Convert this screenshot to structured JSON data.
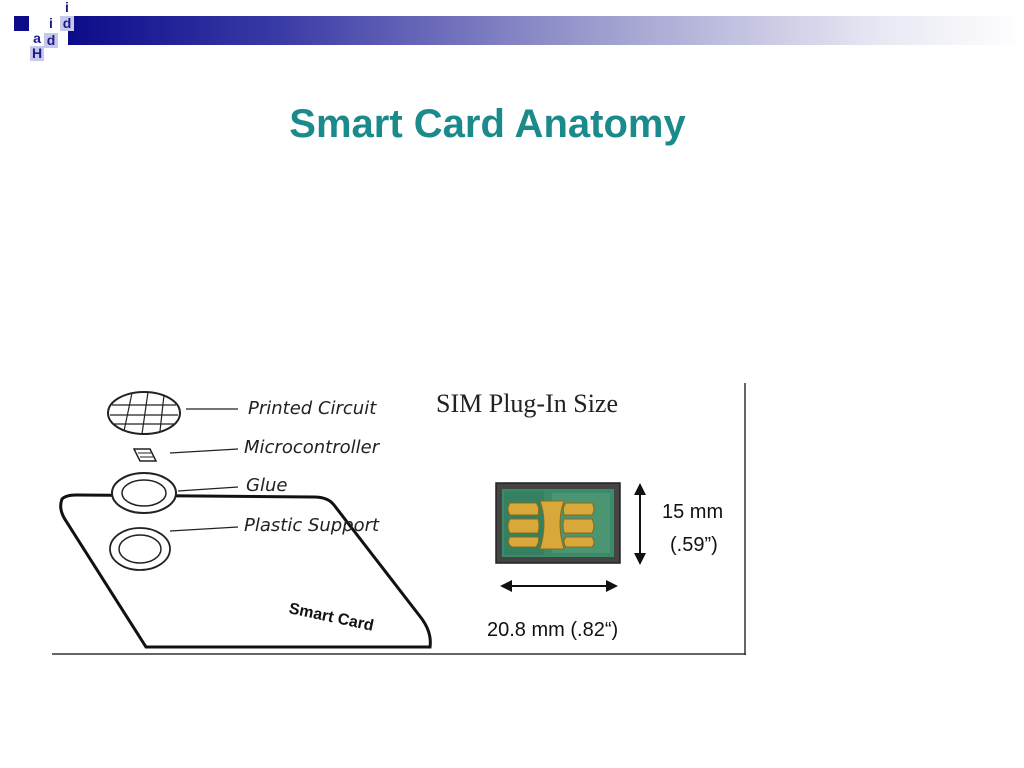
{
  "logo": {
    "letters": [
      "i",
      "d",
      "a",
      "i",
      "d",
      "H"
    ]
  },
  "slide": {
    "title": "Smart Card Anatomy"
  },
  "diagram": {
    "labels": {
      "printed_circuit": "Printed Circuit",
      "microcontroller": "Microcontroller",
      "glue": "Glue",
      "plastic_support": "Plastic Support"
    },
    "card_text": "Smart Card",
    "sim": {
      "caption": "SIM Plug-In Size",
      "height_mm": "15 mm",
      "height_in": "(.59”)",
      "width_label": "20.8 mm (.82“)"
    }
  },
  "colors": {
    "title": "#1a8a8a",
    "header_dark": "#0c0c8a",
    "chip_gold": "#d8a83a",
    "sim_green": "#3c8a6a"
  }
}
